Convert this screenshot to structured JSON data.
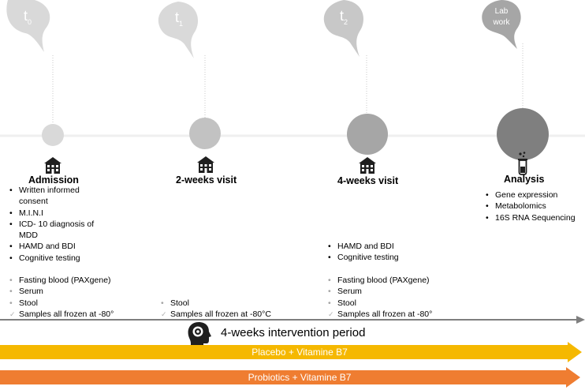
{
  "timepoints": {
    "t0": {
      "main": "t",
      "sub": "0"
    },
    "t1": {
      "main": "t",
      "sub": "1"
    },
    "t2": {
      "main": "t",
      "sub": "2"
    },
    "lab": {
      "label": "Lab work"
    }
  },
  "stages": {
    "admission": {
      "title": "Admission",
      "items": [
        "Written informed consent",
        "M.I.N.I",
        "ICD- 10 diagnosis of MDD",
        "HAMD and BDI",
        "Cognitive testing"
      ],
      "samples": [
        "Fasting blood (PAXgene)",
        "Serum",
        "Stool"
      ],
      "frozen": "Samples all frozen at -80°"
    },
    "two_weeks": {
      "title": "2-weeks visit",
      "samples": [
        "Stool"
      ],
      "frozen": "Samples all frozen at -80°C"
    },
    "four_weeks": {
      "title": "4-weeks visit",
      "items": [
        "HAMD and BDI",
        "Cognitive testing"
      ],
      "samples": [
        "Fasting blood (PAXgene)",
        "Serum",
        "Stool"
      ],
      "frozen": "Samples all frozen at -80°"
    },
    "analysis": {
      "title": "Analysis",
      "items": [
        "Gene expression",
        "Metabolomics",
        "16S RNA Sequencing"
      ]
    }
  },
  "intervention_label": "4-weeks intervention period",
  "arms": {
    "placebo": {
      "label": "Placebo + Vitamine B7",
      "color": "#f5b800"
    },
    "probiotics": {
      "label": "Probiotics + Vitamine B7",
      "color": "#ef7d31"
    }
  }
}
